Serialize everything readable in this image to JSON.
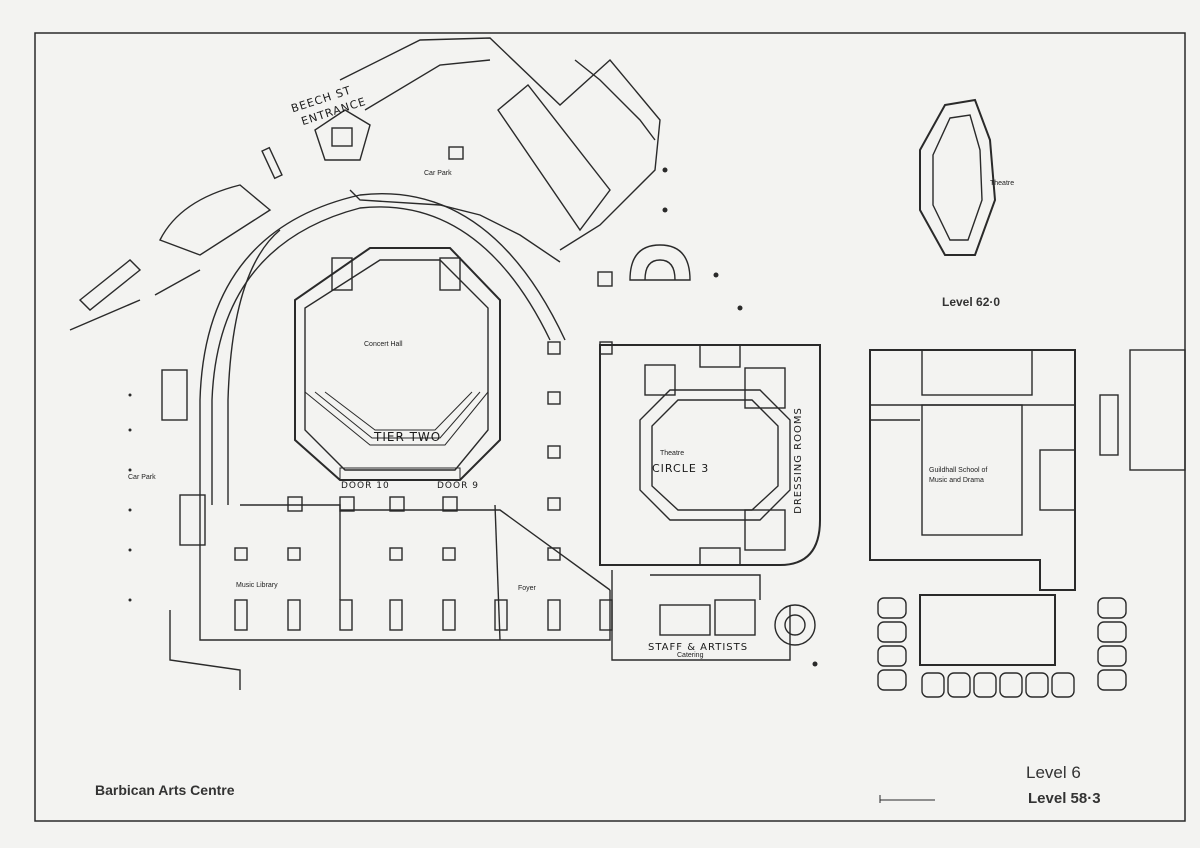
{
  "plan": {
    "title": "Barbican Arts Centre",
    "level_main_handwritten": "Level 6",
    "level_main_printed": "Level 58·3",
    "inset_level": "Level 62·0"
  },
  "printed_labels": {
    "car_park_top": "Car Park",
    "car_park_left": "Car Park",
    "concert_hall": "Concert Hall",
    "theatre_main": "Theatre",
    "theatre_inset": "Theatre",
    "music_library": "Music Library",
    "foyer": "Foyer",
    "catering": "Catering",
    "guildhall_line1": "Guildhall School of",
    "guildhall_line2": "Music and Drama"
  },
  "handwritten_labels": {
    "beech_st_line1": "BEECH ST",
    "beech_st_line2": "ENTRANCE",
    "tier_two": "TIER TWO",
    "circle_3": "CIRCLE 3",
    "dressing_rooms": "DRESSING ROOMS",
    "door_10": "DOOR 10",
    "door_9": "DOOR 9",
    "staff_artists": "STAFF & ARTISTS"
  },
  "colors": {
    "paper": "#f3f3f1",
    "ink": "#2a2a2a"
  }
}
